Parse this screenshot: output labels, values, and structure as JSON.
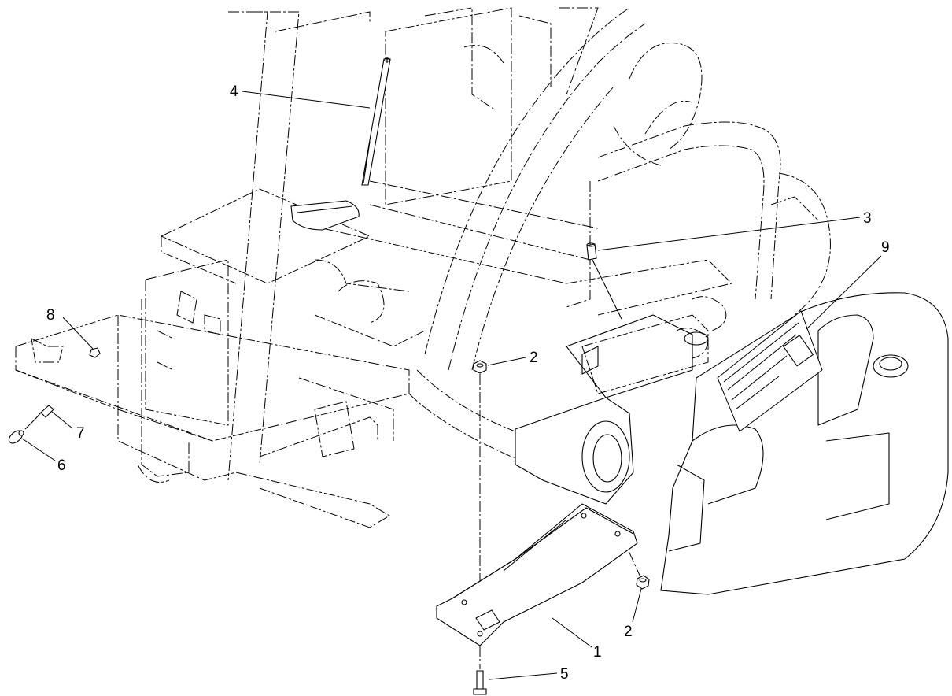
{
  "callouts": [
    {
      "id": "1",
      "label": "1"
    },
    {
      "id": "2a",
      "label": "2"
    },
    {
      "id": "2b",
      "label": "2"
    },
    {
      "id": "3",
      "label": "3"
    },
    {
      "id": "4",
      "label": "4"
    },
    {
      "id": "5",
      "label": "5"
    },
    {
      "id": "6",
      "label": "6"
    },
    {
      "id": "7",
      "label": "7"
    },
    {
      "id": "8",
      "label": "8"
    },
    {
      "id": "9",
      "label": "9"
    }
  ]
}
